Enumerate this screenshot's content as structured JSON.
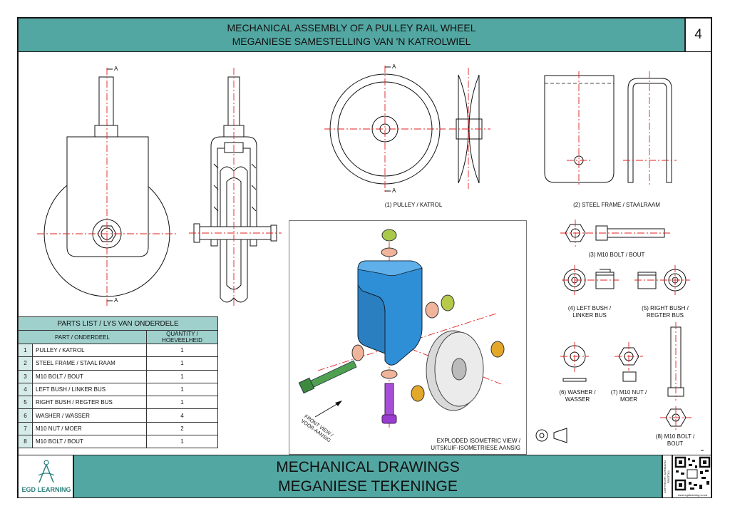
{
  "header": {
    "title_en": "MECHANICAL ASSEMBLY OF A PULLEY RAIL WHEEL",
    "title_af": "MEGANIESE SAMESTELLING VAN 'N KATROLWIEL",
    "sheet_number": "4"
  },
  "section_marks": {
    "a1": "A",
    "a2": "A",
    "a3": "A",
    "a4": "A"
  },
  "views": {
    "pulley": "(1) PULLEY / KATROL",
    "frame": "(2) STEEL FRAME / STAALRAAM",
    "bolt": "(3) M10 BOLT / BOUT",
    "left_bush_1": "(4) LEFT BUSH /",
    "left_bush_2": "LINKER BUS",
    "right_bush_1": "(5) RIGHT BUSH /",
    "right_bush_2": "REGTER BUS",
    "washer_1": "(6) WASHER /",
    "washer_2": "WASSER",
    "nut_1": "(7) M10 NUT /",
    "nut_2": "MOER",
    "bolt2_1": "(8) M10 BOLT /",
    "bolt2_2": "BOUT",
    "iso_1": "EXPLODED ISOMETRIC VIEW /",
    "iso_2": "UITSKUIF-ISOMETRIESE AANSIG",
    "front_1": "FRONT VIEW /",
    "front_2": "VOOR-AANSIG"
  },
  "parts_list": {
    "title": "PARTS LIST / LYS VAN ONDERDELE",
    "col_part": "PART / ONDERDEEL",
    "col_qty": "QUANTITY / HOEVEELHEID",
    "rows": [
      {
        "no": "1",
        "part": "PULLEY / KATROL",
        "qty": "1"
      },
      {
        "no": "2",
        "part": "STEEL FRAME / STAAL RAAM",
        "qty": "1"
      },
      {
        "no": "3",
        "part": "M10 BOLT / BOUT",
        "qty": "1"
      },
      {
        "no": "4",
        "part": "LEFT BUSH / LINKER BUS",
        "qty": "1"
      },
      {
        "no": "5",
        "part": "RIGHT BUSH / REGTER BUS",
        "qty": "1"
      },
      {
        "no": "6",
        "part": "WASHER / WASSER",
        "qty": "4"
      },
      {
        "no": "7",
        "part": "M10 NUT / MOER",
        "qty": "2"
      },
      {
        "no": "8",
        "part": "M10 BOLT / BOUT",
        "qty": "1"
      }
    ]
  },
  "footer": {
    "title_en": "MECHANICAL DRAWINGS",
    "title_af": "MEGANIESE TEKENINGE",
    "logo_text": "EGD LEARNING",
    "copyright": "COPYRIGHT: ADRIEANO ROSTOLL",
    "website": "www.egdlearning.co.za"
  },
  "colors": {
    "band": "#53a7a2",
    "table_header": "#9fd0cc",
    "centerline": "#e0201f",
    "frame_blue": "#2f8fd6",
    "bolt_green": "#4fa04f",
    "bolt_purple": "#a64ed8",
    "nut_yellow": "#e3d021"
  },
  "icons": [
    "first-angle-projection-icon",
    "qr-code-icon",
    "egd-logo-icon"
  ]
}
